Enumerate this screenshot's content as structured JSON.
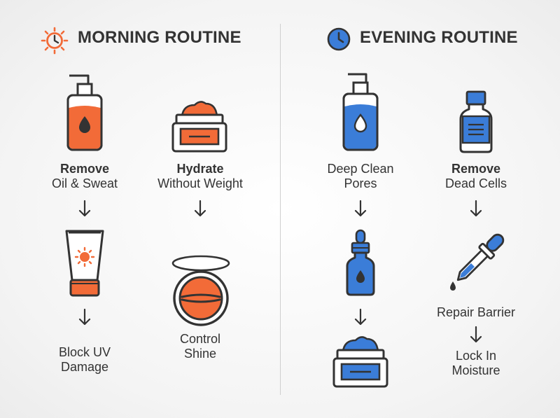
{
  "colors": {
    "orange": "#f26b38",
    "blue": "#3b7dd8",
    "stroke": "#333333"
  },
  "morning": {
    "title": "MORNING ROUTINE",
    "icon": "sun-clock-icon",
    "steps": [
      {
        "icon": "pump-bottle-icon",
        "line1": "Remove",
        "line2": "Oil & Sweat"
      },
      {
        "icon": "sunscreen-tube-icon",
        "line1": "Block UV",
        "line2": "Damage"
      },
      {
        "icon": "cream-jar-icon",
        "line1": "Hydrate",
        "line2": "Without Weight"
      },
      {
        "icon": "powder-compact-icon",
        "line1": "Control",
        "line2": "Shine"
      }
    ]
  },
  "evening": {
    "title": "EVENING ROUTINE",
    "icon": "clock-icon",
    "steps": [
      {
        "icon": "pump-bottle-icon",
        "line1": "Deep Clean",
        "line2": "Pores"
      },
      {
        "icon": "serum-dropper-bottle-icon",
        "line1": "",
        "line2": ""
      },
      {
        "icon": "cream-jar-icon",
        "line1": "",
        "line2": ""
      },
      {
        "icon": "toner-bottle-icon",
        "line1": "Remove",
        "line2": "Dead Cells"
      },
      {
        "icon": "dropper-icon",
        "line1": "Repair Barrier",
        "line2": ""
      },
      {
        "icon": "moisture-lock-icon",
        "line1": "Lock In",
        "line2": "Moisture"
      }
    ]
  }
}
